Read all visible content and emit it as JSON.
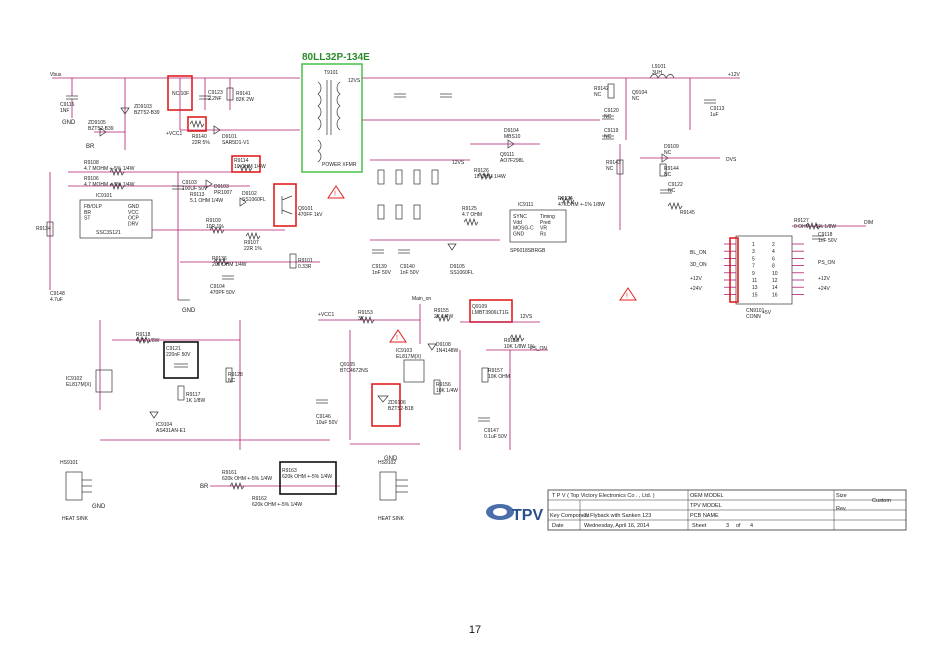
{
  "model_title": "80LL32P-134E",
  "page_number": "17",
  "labels": {
    "vbus": "Vbus",
    "gnd": "GND",
    "br": "BR",
    "vcc1": "+VCC1",
    "v12": "+12V",
    "v24": "+24V",
    "v5": "+5V",
    "dim": "DIM",
    "bl_on": "BL_ON",
    "3d_on": "3D_ON",
    "ps_on": "PS_ON",
    "dvs": "DVS",
    "v12s": "12VS",
    "main_on": "Main_on",
    "heat_sink": "HEAT SINK",
    "hs1": "HS9101",
    "hs2": "HS9102"
  },
  "components": {
    "c9116": "C9116\n1NF",
    "zd9105": "ZD9105\nBZT52-B39",
    "zd9103": "ZD9103\nBZT52-B39",
    "nc100f": "NC/10F",
    "c9123": "C9123\n2.2NF",
    "r9141": "R9141\n82K 2W",
    "r9140": "R9140\n22R 5%",
    "d9101": "D9101\nSAR5D1-V1",
    "t9101": "T9101",
    "t9101_name": "POWER XFMR",
    "r9108": "R9108\n4.7 MOHM +-5% 1/4W",
    "r9106": "R9106\n4.7 MOHM +-5% 1/4W",
    "ic9101": "IC9101",
    "ic9101_part": "SSC3S121",
    "ic_pins_l": "FB/OLP\nBR\nST",
    "ic_pins_r": "GND\nVCC\nOCP\nDRV",
    "c9103": "C9103\n100UF 50V",
    "r9113": "R9113\n5.1 OHM 1/4W",
    "r9114": "R9114\n10 OHM 1/4W",
    "d9103": "D9103\nPR1007",
    "d9102": "D9102\nSS1060FL",
    "q9101": "Q9101\n470FF 1kV",
    "r9109": "R9109\n10R 1%",
    "r9107": "R9107\n22R 1%",
    "r9136": "R9136\n200 OHM 1/4W",
    "c9104": "C9104\n470PF 50V",
    "r9101": "R9101\n0.33R",
    "r9134": "R9134",
    "c9148": "C9148\n4.7uF",
    "l9101": "L9101\n3UH",
    "out12v": "+12V",
    "r9142": "R9142\nNC",
    "q9104": "Q9104\nNC",
    "c9113": "C9113\n1uF",
    "c9120": "C9120\nNC",
    "c9119": "C9119\nNC",
    "d9104": "D9104\nMBS10",
    "q9111": "Q9111\nAO7F298L",
    "r9126": "R9126\n10 OHM 1/4W",
    "ic9111": "IC9111",
    "ic9111_pins": "SYNC\nVdd\nMOSG-C\nGND",
    "ic9111_pins_r": "Timing\nPred\nVR\nRs",
    "ic9111_part": "SP6018SBRGB",
    "r9124": "R9124\n47KOHM +-1% 1/8W",
    "r9125": "R9125\n4.7 OHM",
    "d9105": "D9105\nSS1060FL",
    "c9139": "C9139\n1nF 50V",
    "c9140": "C9140\n1nF 50V",
    "r9143": "R9143\nNC",
    "d9109": "D9109\nNC",
    "r9144": "R9144\nNC",
    "c9122": "C9122\nNC",
    "r9145": "R9145",
    "r9127": "R9127\n0 OHM +-5% 1/8W",
    "c9118": "C9118\n1nF 50V",
    "cn9101": "CN9101\nCONN",
    "r9153": "R9153\n3K",
    "r9155": "R9155\n2K 1/4W",
    "q9109": "Q9109\nLMBT3906LT1G",
    "r9158": "R9158\n10K 1/8W 1%",
    "ic9103": "IC9103\nEL817M(X)",
    "d9108": "D9108\n1N4148W",
    "r9156": "R9156\n10K 1/4W",
    "r9157": "R9157\n10K OHM",
    "c9147": "C9147\n0.1uF 50V",
    "q9105": "Q9105\nBTC4672NS",
    "zd9106": "ZD9106\nBZT52-B18",
    "c9146": "C9146\n10uF 50V",
    "ic9102": "IC9102\nEL817M(X)",
    "r9118": "R9118\n4.7K 1/8W",
    "c9121": "C9121\n220nF 50V",
    "r9117": "R9117\n1K 1/8W",
    "ic9104": "IC9104\nAS431AN-E1",
    "r9128": "R9128\nNC",
    "r9161": "R9161\n620k OHM +-5% 1/4W",
    "r9163": "R9163\n620k OHM +-5% 1/4W",
    "r9162": "R9162\n620k OHM +-5% 1/4W"
  },
  "connector_pins": [
    "1",
    "2",
    "3",
    "4",
    "5",
    "6",
    "7",
    "8",
    "9",
    "10",
    "11",
    "12",
    "13",
    "14",
    "15",
    "16"
  ],
  "title_block": {
    "company": "T P V  ( Top  Victory  Electronics  Co . , Ltd. )",
    "oem_model_label": "OEM MODEL",
    "tpv_model_label": "TPV MODEL",
    "pcb_name_label": "PCB NAME",
    "key_component_label": "Key Component",
    "key_component_value": "3. Flyback with Sanken 123",
    "date_label": "Date",
    "date_value": "Wednesday, April 16, 2014",
    "sheet_label": "Sheet",
    "sheet_value": "3",
    "of_label": "of",
    "of_value": "4",
    "size_label": "Size",
    "size_value": "Custom",
    "rev_label": "Rev",
    "logo_text": "TPV"
  }
}
